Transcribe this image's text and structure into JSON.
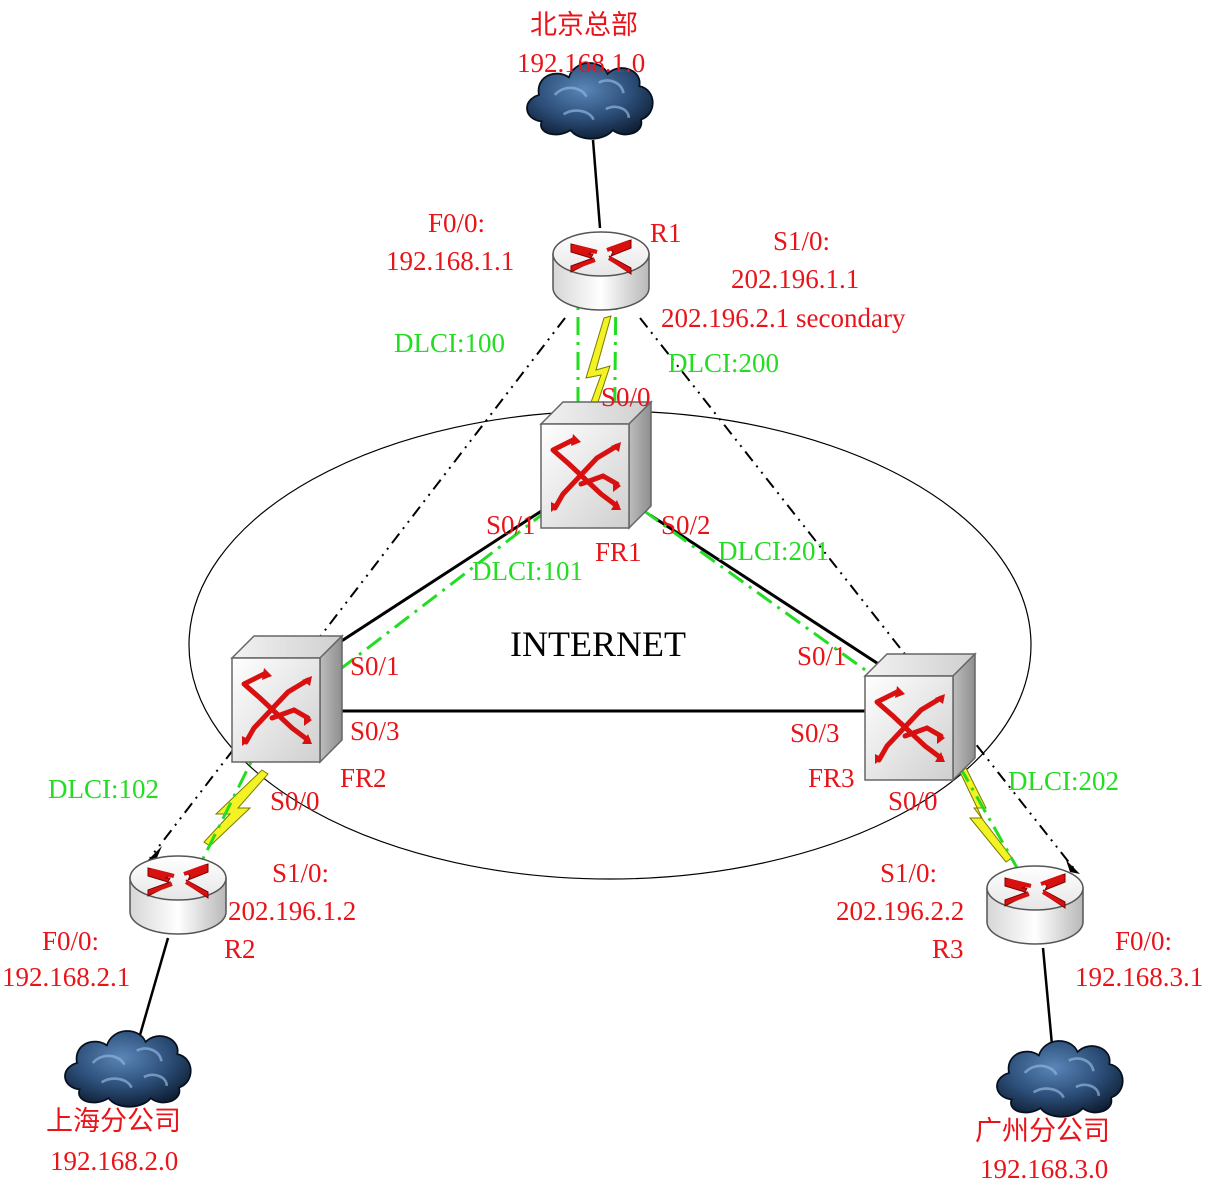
{
  "colors": {
    "label_red": "#e8141a",
    "dlci_green": "#22dd22",
    "serial_bolt": "#f2f224",
    "router_arrow": "#d81010",
    "link": "#000000"
  },
  "internet_label": "INTERNET",
  "sites": {
    "beijing": {
      "name": "北京总部",
      "net": "192.168.1.0"
    },
    "shanghai": {
      "name": "上海分公司",
      "net": "192.168.2.0"
    },
    "guangzhou": {
      "name": "广州分公司",
      "net": "192.168.3.0"
    }
  },
  "routers": {
    "r1": {
      "name": "R1",
      "f0_label": "F0/0:",
      "f0_ip": "192.168.1.1",
      "s1_label": "S1/0:",
      "s1_ip": "202.196.1.1",
      "s1_ip2": "202.196.2.1 secondary"
    },
    "r2": {
      "name": "R2",
      "f0_label": "F0/0:",
      "f0_ip": "192.168.2.1",
      "s1_label": "S1/0:",
      "s1_ip": "202.196.1.2"
    },
    "r3": {
      "name": "R3",
      "f0_label": "F0/0:",
      "f0_ip": "192.168.3.1",
      "s1_label": "S1/0:",
      "s1_ip": "202.196.2.2"
    }
  },
  "switches": {
    "fr1": {
      "name": "FR1",
      "s00": "S0/0",
      "s01": "S0/1",
      "s02": "S0/2"
    },
    "fr2": {
      "name": "FR2",
      "s01": "S0/1",
      "s03": "S0/3",
      "s00": "S0/0"
    },
    "fr3": {
      "name": "FR3",
      "s01": "S0/1",
      "s03": "S0/3",
      "s00": "S0/0"
    }
  },
  "dlci": {
    "d100": "DLCI:100",
    "d200": "DLCI:200",
    "d101": "DLCI:101",
    "d201": "DLCI:201",
    "d102": "DLCI:102",
    "d202": "DLCI:202"
  },
  "icons": [
    "cloud-icon",
    "router-icon",
    "frame-relay-switch-icon",
    "serial-link-bolt-icon"
  ]
}
